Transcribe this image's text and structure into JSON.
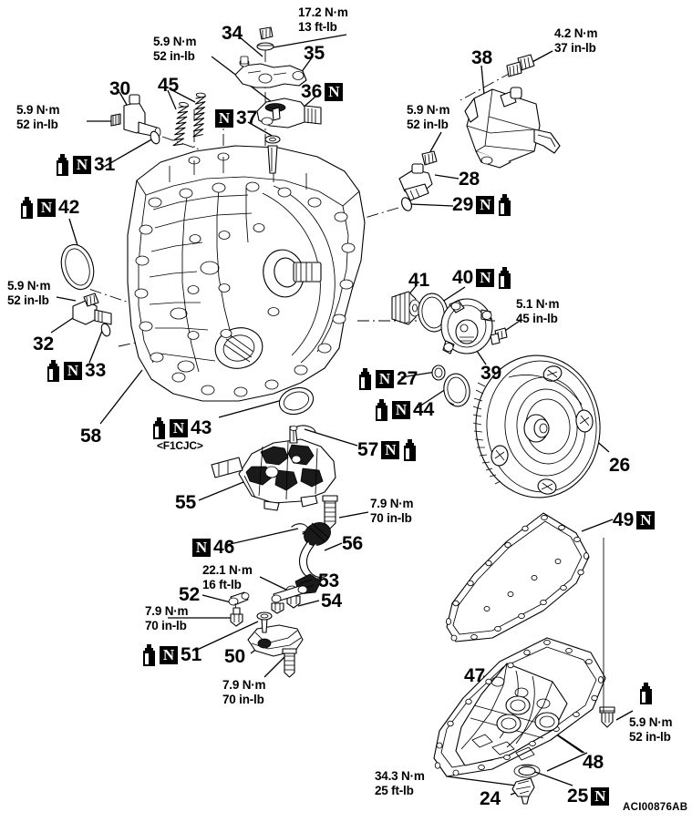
{
  "document": {
    "title": "Automatic Transaxle Exploded View",
    "drawing_code": "ACI00876AB",
    "background_color": "#ffffff",
    "line_color": "#000000"
  },
  "icons": {
    "oil_can": "oil-can-icon",
    "new_part": "N",
    "sub_note": "<F1CJC>"
  },
  "torque_specs": [
    {
      "id": "t_17_2",
      "line1": "17.2 N·m",
      "line2": "13 ft-lb"
    },
    {
      "id": "t_5_9_a",
      "line1": "5.9 N·m",
      "line2": "52 in-lb"
    },
    {
      "id": "t_4_2",
      "line1": "4.2 N·m",
      "line2": "37 in-lb"
    },
    {
      "id": "t_5_9_b",
      "line1": "5.9 N·m",
      "line2": "52 in-lb"
    },
    {
      "id": "t_5_9_c",
      "line1": "5.9 N·m",
      "line2": "52 in-lb"
    },
    {
      "id": "t_5_9_d",
      "line1": "5.9 N·m",
      "line2": "52 in-lb"
    },
    {
      "id": "t_5_1",
      "line1": "5.1 N·m",
      "line2": "45 in-lb"
    },
    {
      "id": "t_7_9_a",
      "line1": "7.9 N·m",
      "line2": "70 in-lb"
    },
    {
      "id": "t_22_1",
      "line1": "22.1 N·m",
      "line2": "16 ft-lb"
    },
    {
      "id": "t_7_9_b",
      "line1": "7.9 N·m",
      "line2": "70 in-lb"
    },
    {
      "id": "t_7_9_c",
      "line1": "7.9 N·m",
      "line2": "70 in-lb"
    },
    {
      "id": "t_5_9_e",
      "line1": "5.9 N·m",
      "line2": "52 in-lb"
    },
    {
      "id": "t_34_3",
      "line1": "34.3 N·m",
      "line2": "25 ft-lb"
    }
  ],
  "part_numbers": [
    {
      "id": "p24",
      "label": "24"
    },
    {
      "id": "p25",
      "label": "25"
    },
    {
      "id": "p26",
      "label": "26"
    },
    {
      "id": "p27",
      "label": "27"
    },
    {
      "id": "p28",
      "label": "28"
    },
    {
      "id": "p29",
      "label": "29"
    },
    {
      "id": "p30",
      "label": "30"
    },
    {
      "id": "p31",
      "label": "31"
    },
    {
      "id": "p32",
      "label": "32"
    },
    {
      "id": "p33",
      "label": "33"
    },
    {
      "id": "p34",
      "label": "34"
    },
    {
      "id": "p35",
      "label": "35"
    },
    {
      "id": "p36",
      "label": "36"
    },
    {
      "id": "p37",
      "label": "37"
    },
    {
      "id": "p38",
      "label": "38"
    },
    {
      "id": "p39",
      "label": "39"
    },
    {
      "id": "p40",
      "label": "40"
    },
    {
      "id": "p41",
      "label": "41"
    },
    {
      "id": "p42",
      "label": "42"
    },
    {
      "id": "p43",
      "label": "43"
    },
    {
      "id": "p44",
      "label": "44"
    },
    {
      "id": "p45",
      "label": "45"
    },
    {
      "id": "p46",
      "label": "46"
    },
    {
      "id": "p47",
      "label": "47"
    },
    {
      "id": "p48",
      "label": "48"
    },
    {
      "id": "p49",
      "label": "49"
    },
    {
      "id": "p50",
      "label": "50"
    },
    {
      "id": "p51",
      "label": "51"
    },
    {
      "id": "p52",
      "label": "52"
    },
    {
      "id": "p53",
      "label": "53"
    },
    {
      "id": "p54",
      "label": "54"
    },
    {
      "id": "p55",
      "label": "55"
    },
    {
      "id": "p56",
      "label": "56"
    },
    {
      "id": "p57",
      "label": "57"
    },
    {
      "id": "p58",
      "label": "58"
    }
  ],
  "callouts": {
    "n30": "30",
    "n45": "45",
    "n34": "34",
    "n35": "35",
    "n36": "36",
    "n37": "37",
    "n38": "38",
    "n28": "28",
    "n29": "29",
    "n31": "31",
    "n42": "42",
    "n32": "32",
    "n33": "33",
    "n58": "58",
    "n43": "43",
    "n41": "41",
    "n40": "40",
    "n39": "39",
    "n27": "27",
    "n44": "44",
    "n26": "26",
    "n57": "57",
    "n55": "55",
    "n46": "46",
    "n56": "56",
    "n53": "53",
    "n54": "54",
    "n52": "52",
    "n51": "51",
    "n50": "50",
    "n49": "49",
    "n47": "47",
    "n48": "48",
    "n24": "24",
    "n25": "25",
    "sub_f1cjc": "<F1CJC>"
  }
}
